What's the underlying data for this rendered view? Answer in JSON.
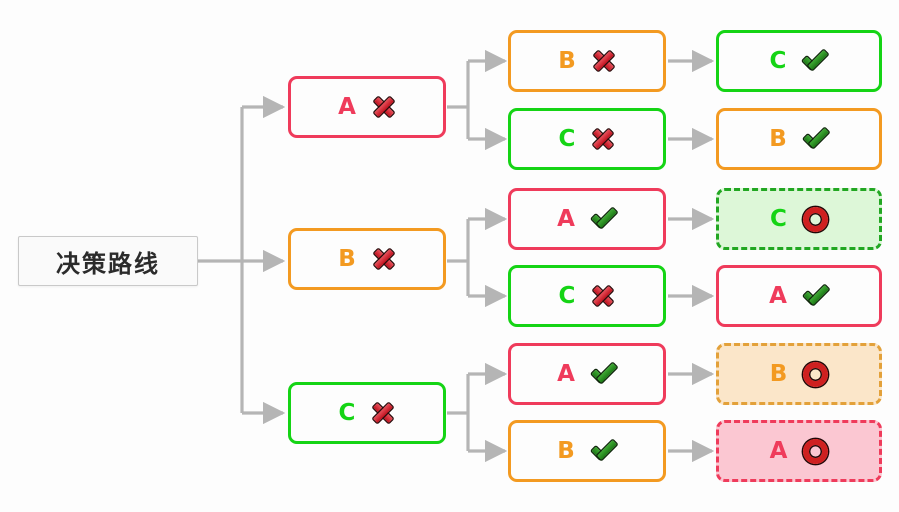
{
  "diagram": {
    "title": "决策路线",
    "type": "decision-tree",
    "background_color": "#fdfdfd",
    "edge_color": "#b5b5b5"
  },
  "palette": {
    "crimson": "#ef3b5b",
    "orange": "#f39a21",
    "green": "#15d415",
    "green_dark": "#22a722",
    "fill_green": "#ddf7d8",
    "fill_orange": "#fbe6c9",
    "fill_pink": "#fbc7d2",
    "fill_white": "#fdfdfd",
    "root_border": "#c9c9c9",
    "root_fill": "#fafafa",
    "root_text": "#2b2b2b"
  },
  "root": {
    "label": "决策路线"
  },
  "nodes": {
    "level1": [
      {
        "id": "L1-A",
        "letter": "A",
        "mark": "cross-mark-icon",
        "color": "crimson",
        "fill": "white",
        "style": "solid"
      },
      {
        "id": "L1-B",
        "letter": "B",
        "mark": "cross-mark-icon",
        "color": "orange",
        "fill": "white",
        "style": "solid"
      },
      {
        "id": "L1-C",
        "letter": "C",
        "mark": "cross-mark-icon",
        "color": "green",
        "fill": "white",
        "style": "solid"
      }
    ],
    "level2": [
      {
        "id": "L2-B1",
        "letter": "B",
        "mark": "cross-mark-icon",
        "color": "orange",
        "fill": "white",
        "style": "solid"
      },
      {
        "id": "L2-C1",
        "letter": "C",
        "mark": "cross-mark-icon",
        "color": "green",
        "fill": "white",
        "style": "solid"
      },
      {
        "id": "L2-A2",
        "letter": "A",
        "mark": "check-mark-icon",
        "color": "crimson",
        "fill": "white",
        "style": "solid"
      },
      {
        "id": "L2-C2",
        "letter": "C",
        "mark": "cross-mark-icon",
        "color": "green",
        "fill": "white",
        "style": "solid"
      },
      {
        "id": "L2-A3",
        "letter": "A",
        "mark": "check-mark-icon",
        "color": "crimson",
        "fill": "white",
        "style": "solid"
      },
      {
        "id": "L2-B3",
        "letter": "B",
        "mark": "check-mark-icon",
        "color": "orange",
        "fill": "white",
        "style": "solid"
      }
    ],
    "level3": [
      {
        "id": "L3-C1",
        "letter": "C",
        "mark": "check-mark-icon",
        "color": "green",
        "fill": "white",
        "style": "solid"
      },
      {
        "id": "L3-B1",
        "letter": "B",
        "mark": "check-mark-icon",
        "color": "orange",
        "fill": "white",
        "style": "solid"
      },
      {
        "id": "L3-C2",
        "letter": "C",
        "mark": "ring-icon",
        "color": "green",
        "fill": "green",
        "style": "dashed"
      },
      {
        "id": "L3-A2",
        "letter": "A",
        "mark": "check-mark-icon",
        "color": "crimson",
        "fill": "white",
        "style": "solid"
      },
      {
        "id": "L3-B3",
        "letter": "B",
        "mark": "ring-icon",
        "color": "orange",
        "fill": "orange",
        "style": "dashed"
      },
      {
        "id": "L3-A3",
        "letter": "A",
        "mark": "ring-icon",
        "color": "crimson",
        "fill": "pink",
        "style": "dashed"
      }
    ]
  },
  "paths": [
    {
      "sequence": [
        "决策路线",
        "A ✖",
        "B ✖",
        "C ✔"
      ]
    },
    {
      "sequence": [
        "决策路线",
        "A ✖",
        "C ✖",
        "B ✔"
      ]
    },
    {
      "sequence": [
        "决策路线",
        "B ✖",
        "A ✔",
        "C ⭕"
      ]
    },
    {
      "sequence": [
        "决策路线",
        "B ✖",
        "C ✖",
        "A ✔"
      ]
    },
    {
      "sequence": [
        "决策路线",
        "C ✖",
        "A ✔",
        "B ⭕"
      ]
    },
    {
      "sequence": [
        "决策路线",
        "C ✖",
        "B ✔",
        "A ⭕"
      ]
    }
  ]
}
